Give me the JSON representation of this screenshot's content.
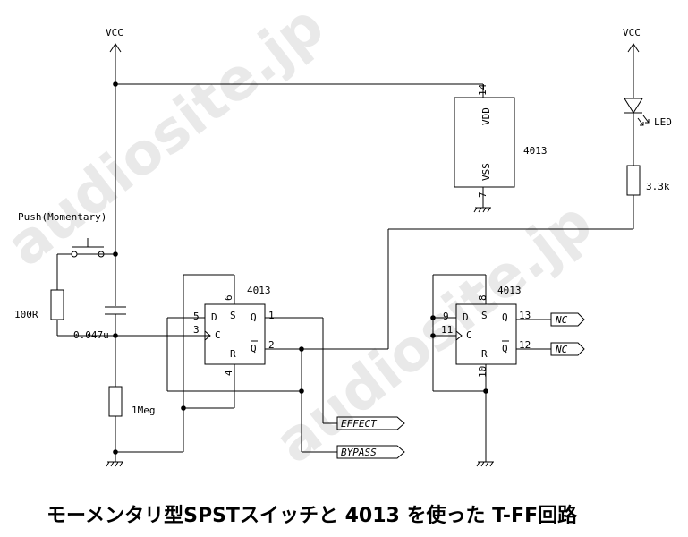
{
  "watermark": {
    "text": "audiosite.jp"
  },
  "labels": {
    "vcc_left": "VCC",
    "vcc_right": "VCC",
    "push_switch": "Push(Momentary)",
    "resistor_100r": "100R",
    "capacitor": "0.047u",
    "resistor_1meg": "1Meg",
    "led": "LED",
    "resistor_3k3": "3.3k"
  },
  "ic_power": {
    "part": "4013",
    "vdd": "VDD",
    "vss": "VSS",
    "pin_vdd": "14",
    "pin_vss": "7"
  },
  "ff1": {
    "part": "4013",
    "d": "D",
    "s": "S",
    "q": "Q",
    "c": "C",
    "r": "R",
    "qbar": "Q",
    "pin_s": "6",
    "pin_d": "5",
    "pin_c": "3",
    "pin_r": "4",
    "pin_q": "1",
    "pin_qbar": "2"
  },
  "ff2": {
    "part": "4013",
    "d": "D",
    "s": "S",
    "q": "Q",
    "c": "C",
    "r": "R",
    "qbar": "Q",
    "pin_s": "8",
    "pin_d": "9",
    "pin_c": "11",
    "pin_r": "10",
    "pin_q": "13",
    "pin_qbar": "12"
  },
  "ports": {
    "effect": "EFFECT",
    "bypass": "BYPASS",
    "nc_q": "NC",
    "nc_qbar": "NC"
  },
  "title": "モーメンタリ型SPSTスイッチと 4013 を使った T-FF回路"
}
